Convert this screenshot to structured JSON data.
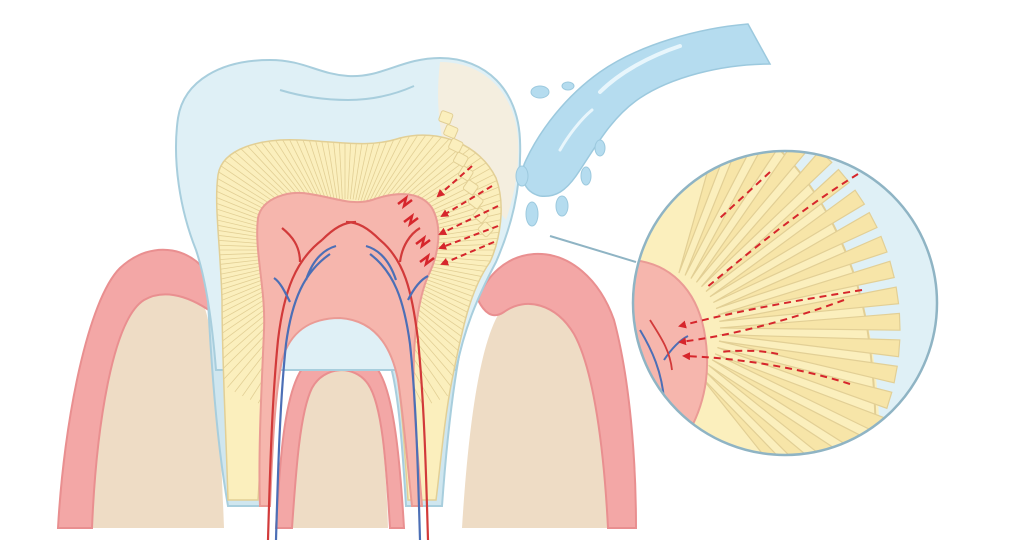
{
  "colors": {
    "background": "#ffffff",
    "gum": "#f3a7a6",
    "gum_edge": "#e98f90",
    "bone": "#eedcc5",
    "enamel": "#dff0f6",
    "enamel_outline": "#a8cedd",
    "worn_enamel": "#f4eedf",
    "dentin": "#fbefbd",
    "dentin_tubule": "#e2cf95",
    "cementum": "#cfe6ef",
    "pulp": "#f6b6ad",
    "pulp_edge": "#ea9b95",
    "artery": "#d23a3a",
    "vein": "#4c6fb6",
    "water": "#b5dcef",
    "water_highlight": "#e8f6fc",
    "stimulus_arrow": "#d6262c",
    "callout_line": "#8fb4c4"
  },
  "icons": {
    "stimulus": "red-dashed-arrow",
    "nerve_response": "red-zigzag-spark",
    "fluid": "water-droplet"
  }
}
